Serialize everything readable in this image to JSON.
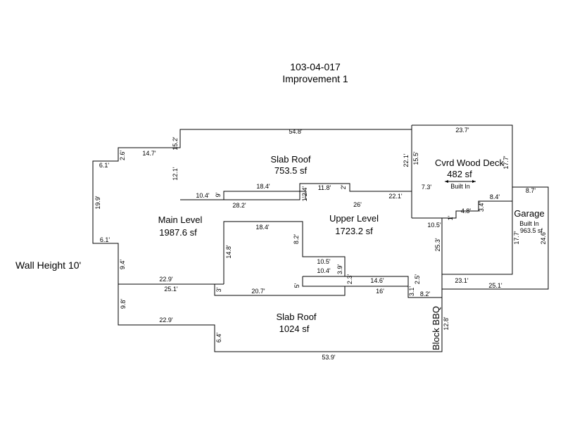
{
  "header": {
    "parcel_id": "103-04-017",
    "improvement": "Improvement 1"
  },
  "wall_height": "Wall Height 10'",
  "areas": {
    "slab_roof_top": {
      "name": "Slab Roof",
      "area": "753.5 sf"
    },
    "main_level": {
      "name": "Main Level",
      "area": "1987.6 sf"
    },
    "upper_level": {
      "name": "Upper Level",
      "area": "1723.2 sf"
    },
    "cvrd_wood_deck": {
      "name": "Cvrd Wood Deck",
      "area": "482 sf",
      "note": "Built In"
    },
    "garage": {
      "name": "Garage",
      "note": "Built In",
      "area": "963.5 sf"
    },
    "slab_roof_bottom": {
      "name": "Slab Roof",
      "area": "1024 sf"
    },
    "block_bbq": "Block BBQ"
  },
  "dimensions": {
    "d548": "54.8'",
    "d152": "15.2'",
    "d26a": "2.6'",
    "d147": "14.7'",
    "d61a": "6.1'",
    "d121": "12.1'",
    "d199": "19.9'",
    "d61b": "6.1'",
    "d94": "9.4'",
    "d229a": "22.9'",
    "d251a": "25.1'",
    "d3a": "3'",
    "d207": "20.7'",
    "d104a": "10.4'",
    "d9": "9'",
    "d184a": "18.4'",
    "d282": "28.2'",
    "d24": "2.4'",
    "d1a": "1'",
    "d118": "11.8'",
    "d2a": "2'",
    "d26b": "26'",
    "d221a": "22.1'",
    "d221b": "22.1'",
    "d155": "15.5'",
    "d73": "7.3'",
    "d237": "23.7'",
    "d177a": "17.7'",
    "d87": "8.7'",
    "d84": "8.4'",
    "d34": "3.4'",
    "d48": "4.8'",
    "d1b": "1'",
    "d105a": "10.5'",
    "d253": "25.3'",
    "d177b": "17.7'",
    "d246": "24.6'",
    "d231": "23.1'",
    "d251b": "25.1'",
    "d184b": "18.4'",
    "d148": "14.8'",
    "d82a": "8.2'",
    "d105b": "10.5'",
    "d104b": "10.4'",
    "d39": "3.9'",
    "d23": "2.3'",
    "d5": "5'",
    "d146": "14.6'",
    "d16": "16'",
    "d25": "2.5'",
    "d31": "3.1'",
    "d82b": "8.2'",
    "d98": "9.8'",
    "d229b": "22.9'",
    "d64": "6.4'",
    "d128": "12.8'",
    "d539": "53.9'"
  }
}
